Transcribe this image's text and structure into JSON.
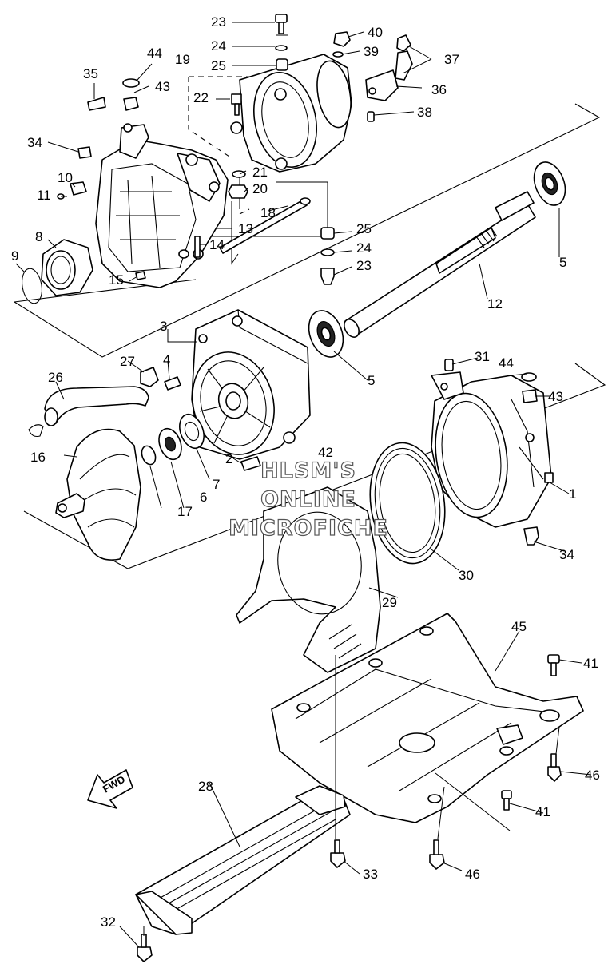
{
  "watermark": {
    "line1": "HLSM'S",
    "line2": "ONLINE",
    "line3": "MICROFICHE"
  },
  "direction_arrow": {
    "label": "FWD"
  },
  "callouts": {
    "c1": "1",
    "c2": "2",
    "c3": "3",
    "c4": "4",
    "c5a": "5",
    "c5b": "5",
    "c6": "6",
    "c7": "7",
    "c8": "8",
    "c9": "9",
    "c10": "10",
    "c11": "11",
    "c12": "12",
    "c13": "13",
    "c14": "14",
    "c15": "15",
    "c16": "16",
    "c17": "17",
    "c18": "18",
    "c19": "19",
    "c20": "20",
    "c21": "21",
    "c22": "22",
    "c23a": "23",
    "c23b": "23",
    "c24a": "24",
    "c24b": "24",
    "c25a": "25",
    "c25b": "25",
    "c26": "26",
    "c27": "27",
    "c28": "28",
    "c29": "29",
    "c30": "30",
    "c31": "31",
    "c32": "32",
    "c33": "33",
    "c34a": "34",
    "c34b": "34",
    "c35": "35",
    "c36": "36",
    "c37": "37",
    "c38": "38",
    "c39": "39",
    "c40": "40",
    "c41a": "41",
    "c41b": "41",
    "c42": "42",
    "c43a": "43",
    "c43b": "43",
    "c44a": "44",
    "c44b": "44",
    "c45": "45",
    "c46a": "46",
    "c46b": "46"
  }
}
